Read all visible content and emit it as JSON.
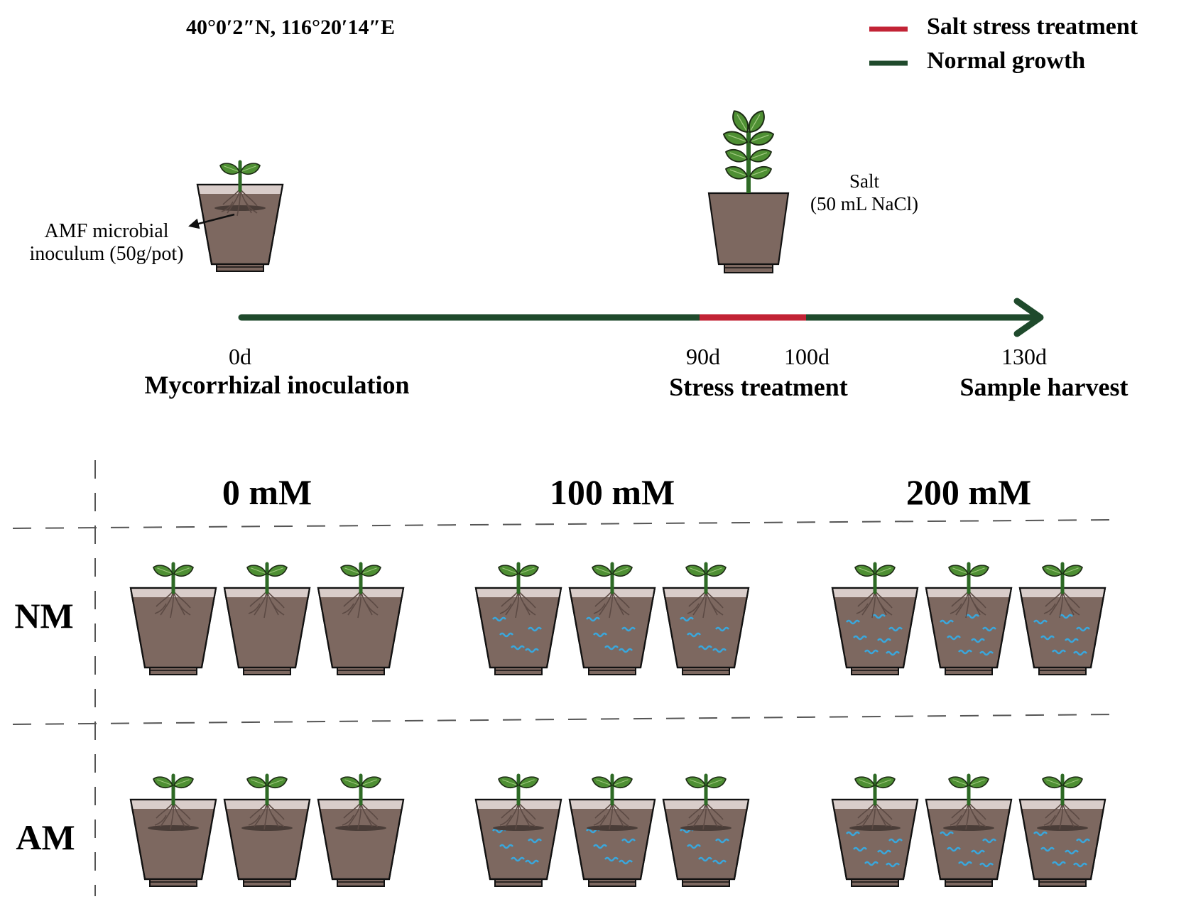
{
  "coordinates": "40°0′2″N, 116°20′14″E",
  "legend": [
    {
      "label": "Salt stress treatment",
      "color": "#c22335"
    },
    {
      "label": "Normal growth",
      "color": "#1f4a2c"
    }
  ],
  "inoculum_label": [
    "AMF microbial",
    "inoculum (50g/pot)"
  ],
  "salt_label": [
    "Salt",
    "(50 mL NaCl)"
  ],
  "timeline": {
    "days": [
      "0d",
      "90d",
      "100d",
      "130d"
    ],
    "stages": [
      "Mycorrhizal inoculation",
      "Stress treatment",
      "Sample harvest"
    ]
  },
  "columns": [
    "0 mM",
    "100 mM",
    "200 mM"
  ],
  "rows": [
    "NM",
    "AM"
  ],
  "colors": {
    "soil": "#7d6860",
    "soil_top": "#d9cdca",
    "leaf": "#4e8f33",
    "stem": "#2e6a25",
    "salt_wave": "#3aa7dc",
    "hyphae_layer": "#4a3d38"
  }
}
